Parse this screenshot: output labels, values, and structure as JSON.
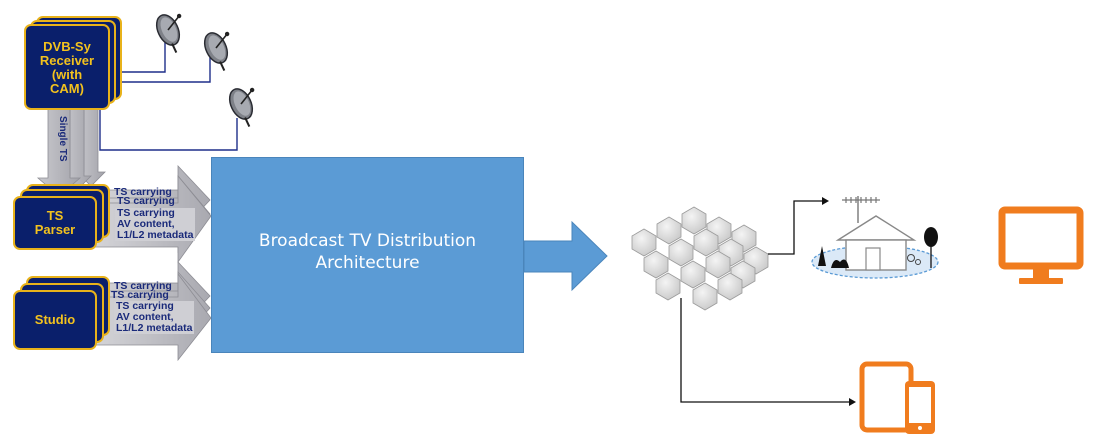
{
  "receiver": {
    "lines": [
      "DVB-Sy",
      "Receiver",
      "(with",
      "CAM)"
    ]
  },
  "single_ts_label": "Single TS",
  "parser": {
    "lines": [
      "TS",
      "Parser"
    ]
  },
  "studio": {
    "label": "Studio"
  },
  "ts_arrow_top": {
    "back_label": "TS carrying",
    "lines": [
      "TS carrying",
      "AV content,",
      "L1/L2 metadata"
    ]
  },
  "ts_arrow_bottom": {
    "back_label": "TS carrying",
    "lines": [
      "TS carrying",
      "AV content,",
      "L1/L2 metadata"
    ]
  },
  "central": {
    "lines": [
      "Broadcast TV Distribution",
      "Architecture"
    ]
  },
  "colors": {
    "navy": "#0a1f6b",
    "gold": "#f3c21e",
    "central_blue": "#5b9bd5",
    "arrow_gray": "#b7b7bd",
    "device_orange": "#f07c1e"
  },
  "icons": [
    "satellite-dish-icon",
    "hexagon-network-icon",
    "house-antenna-icon",
    "tv-monitor-icon",
    "tablet-phone-icon"
  ]
}
